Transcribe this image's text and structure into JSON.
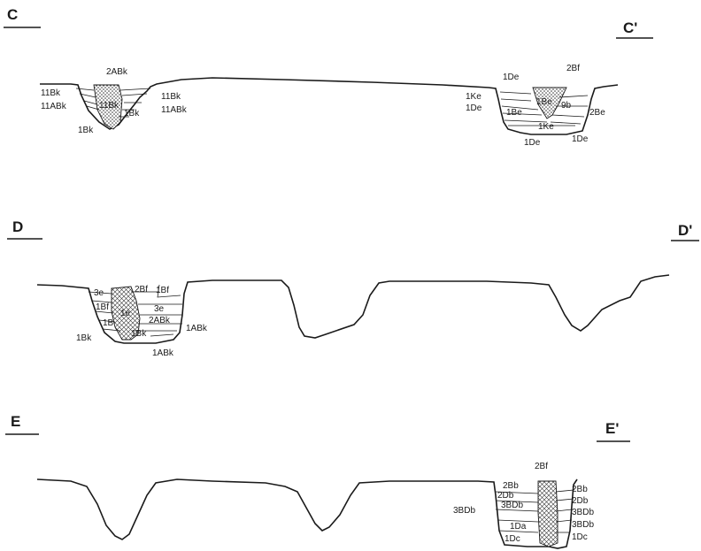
{
  "sections": {
    "c": {
      "start": "C",
      "end": "C'",
      "labels": [
        "2ABk",
        "11Bk",
        "11ABk",
        "1Bk",
        "11Bk",
        "11ABk",
        "1Bk",
        "11Bk",
        "1De",
        "2Bf",
        "1Ke",
        "1De",
        "1Be",
        "1Ke",
        "1Be",
        "9b",
        "2Be",
        "1De",
        "1De"
      ]
    },
    "d": {
      "start": "D",
      "end": "D'",
      "labels": [
        "3e",
        "2Bf",
        "1Bf",
        "1Bf",
        "1e",
        "3e",
        "1B",
        "2ABk",
        "1Bk",
        "1Bk",
        "1ABk",
        "1ABk"
      ]
    },
    "e": {
      "start": "E",
      "end": "E'",
      "labels": [
        "2Bf",
        "2Bb",
        "2Db",
        "3BDb",
        "3BDb",
        "1Da",
        "1Dc",
        "2Bb",
        "2Db",
        "3BDb",
        "3BDb",
        "1Dc"
      ]
    }
  }
}
